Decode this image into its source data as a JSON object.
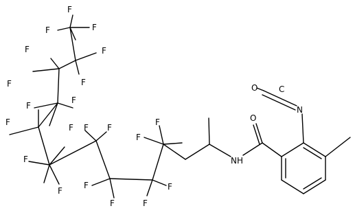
{
  "molecule": {
    "atoms": [
      {
        "id": "F1",
        "label": "F"
      },
      {
        "id": "F2",
        "label": "F"
      },
      {
        "id": "F3",
        "label": "F"
      },
      {
        "id": "F4",
        "label": "F"
      },
      {
        "id": "F5",
        "label": "F"
      },
      {
        "id": "F6",
        "label": "F"
      },
      {
        "id": "F7",
        "label": "F"
      },
      {
        "id": "F8",
        "label": "F"
      },
      {
        "id": "F9",
        "label": "F"
      },
      {
        "id": "F10",
        "label": "F"
      },
      {
        "id": "F11",
        "label": "F"
      },
      {
        "id": "F12",
        "label": "F"
      },
      {
        "id": "F13",
        "label": "F"
      },
      {
        "id": "F14",
        "label": "F"
      },
      {
        "id": "F15",
        "label": "F"
      },
      {
        "id": "F16",
        "label": "F"
      },
      {
        "id": "F17",
        "label": "F"
      },
      {
        "id": "F18",
        "label": "F"
      },
      {
        "id": "F19",
        "label": "F"
      },
      {
        "id": "F20",
        "label": "F"
      },
      {
        "id": "F21",
        "label": "F"
      },
      {
        "id": "O1",
        "label": "O"
      },
      {
        "id": "C1",
        "label": "C"
      },
      {
        "id": "N1",
        "label": "N"
      },
      {
        "id": "O2",
        "label": "O"
      },
      {
        "id": "NH",
        "label": "NH"
      }
    ]
  }
}
